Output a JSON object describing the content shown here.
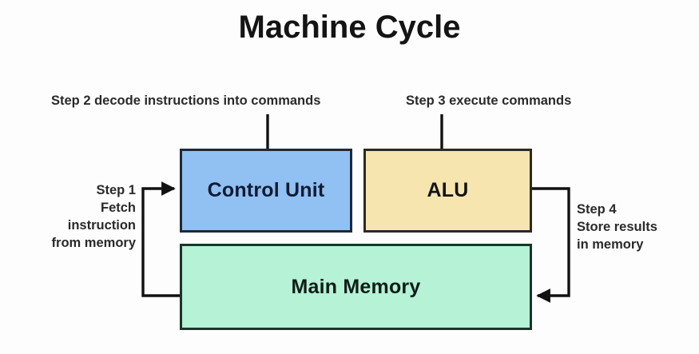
{
  "diagram": {
    "title": "Machine Cycle",
    "background_color": "#fdfdfd",
    "boxes": [
      {
        "id": "control-unit",
        "label": "Control Unit",
        "fill": "#91c0f2",
        "stroke": "#1b2a3b",
        "text_color": "#101c33"
      },
      {
        "id": "alu",
        "label": "ALU",
        "fill": "#f7e5b0",
        "stroke": "#2d2a21",
        "text_color": "#141414"
      },
      {
        "id": "main-memory",
        "label": "Main Memory",
        "fill": "#b5f2d6",
        "stroke": "#1d332b",
        "text_color": "#101c18"
      }
    ],
    "annotations": {
      "step1": {
        "lines": [
          "Step 1",
          "Fetch",
          "instruction",
          "from memory"
        ]
      },
      "step2": {
        "lines": [
          "Step 2 decode instructions into commands"
        ]
      },
      "step3": {
        "lines": [
          "Step 3 execute commands"
        ]
      },
      "step4": {
        "lines": [
          "Step 4",
          "Store results",
          "in memory"
        ]
      }
    },
    "connectors": [
      {
        "id": "memory-to-control-unit",
        "from": "main-memory",
        "to": "control-unit",
        "arrow": "into-control-unit-left",
        "color": "#111111"
      },
      {
        "id": "alu-to-memory",
        "from": "alu",
        "to": "main-memory",
        "arrow": "into-main-memory-right",
        "color": "#111111"
      },
      {
        "id": "step2-tick",
        "from": "step2-label",
        "to": "control-unit",
        "arrow": "none",
        "color": "#111111"
      },
      {
        "id": "step3-tick",
        "from": "step3-label",
        "to": "alu",
        "arrow": "none",
        "color": "#111111"
      }
    ]
  }
}
